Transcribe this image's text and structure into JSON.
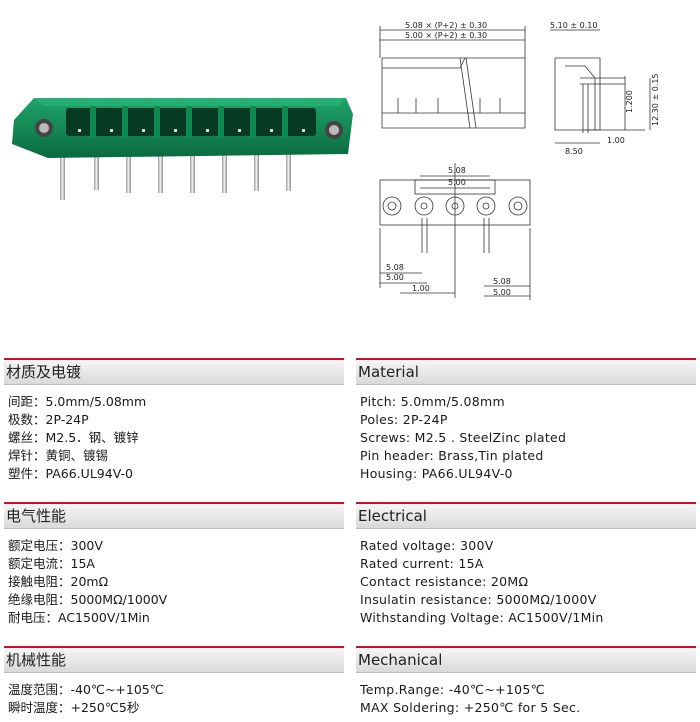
{
  "drawing": {
    "dim_top_1": "5.08 × (P+2) ± 0.30",
    "dim_top_2": "5.00 × (P+2) ± 0.30",
    "dim_side_top": "5.10 ± 0.10",
    "dim_side_1200": "1.200",
    "dim_side_1230": "12.30 ± 0.15",
    "dim_side_100": "1.00",
    "dim_side_850": "8.50",
    "dim_front_508": "5.08",
    "dim_front_500": "5.00",
    "dim_bl_508": "5.08",
    "dim_bl_500": "5.00",
    "dim_bl_100": "1.00",
    "dim_br_508": "5.08",
    "dim_br_500": "5.00"
  },
  "sections": {
    "material_cn": {
      "title": "材质及电镀",
      "lines": [
        "间距：5.0mm/5.08mm",
        "极数：2P-24P",
        "螺丝：M2.5．钢、镀锌",
        "焊针：黄铜、镀锡",
        "塑件：PA66.UL94V-0"
      ]
    },
    "material_en": {
      "title": "Material",
      "lines": [
        "Pitch: 5.0mm/5.08mm",
        "Poles: 2P-24P",
        "Screws: M2.5 . SteelZinc plated",
        "Pin header: Brass,Tin plated",
        "Housing: PA66.UL94V-0"
      ]
    },
    "electrical_cn": {
      "title": "电气性能",
      "lines": [
        "额定电压：300V",
        "额定电流：15A",
        "接触电阻：20mΩ",
        "绝缘电阻：5000MΩ/1000V",
        "耐电压：AC1500V/1Min"
      ]
    },
    "electrical_en": {
      "title": "Electrical",
      "lines": [
        "Rated voltage: 300V",
        "Rated current: 15A",
        "Contact resistance: 20MΩ",
        "Insulatin resistance: 5000MΩ/1000V",
        "Withstanding Voltage: AC1500V/1Min"
      ]
    },
    "mechanical_cn": {
      "title": "机械性能",
      "lines": [
        "温度范围：-40℃~+105℃",
        "瞬时温度：+250℃5秒"
      ]
    },
    "mechanical_en": {
      "title": "Mechanical",
      "lines": [
        "Temp.Range: -40℃~+105℃",
        "MAX Soldering: +250℃ for 5 Sec."
      ]
    }
  },
  "colors": {
    "accent": "#c8102e",
    "housing": "#0b7a4a",
    "header_bg": "#e3e3e3"
  }
}
